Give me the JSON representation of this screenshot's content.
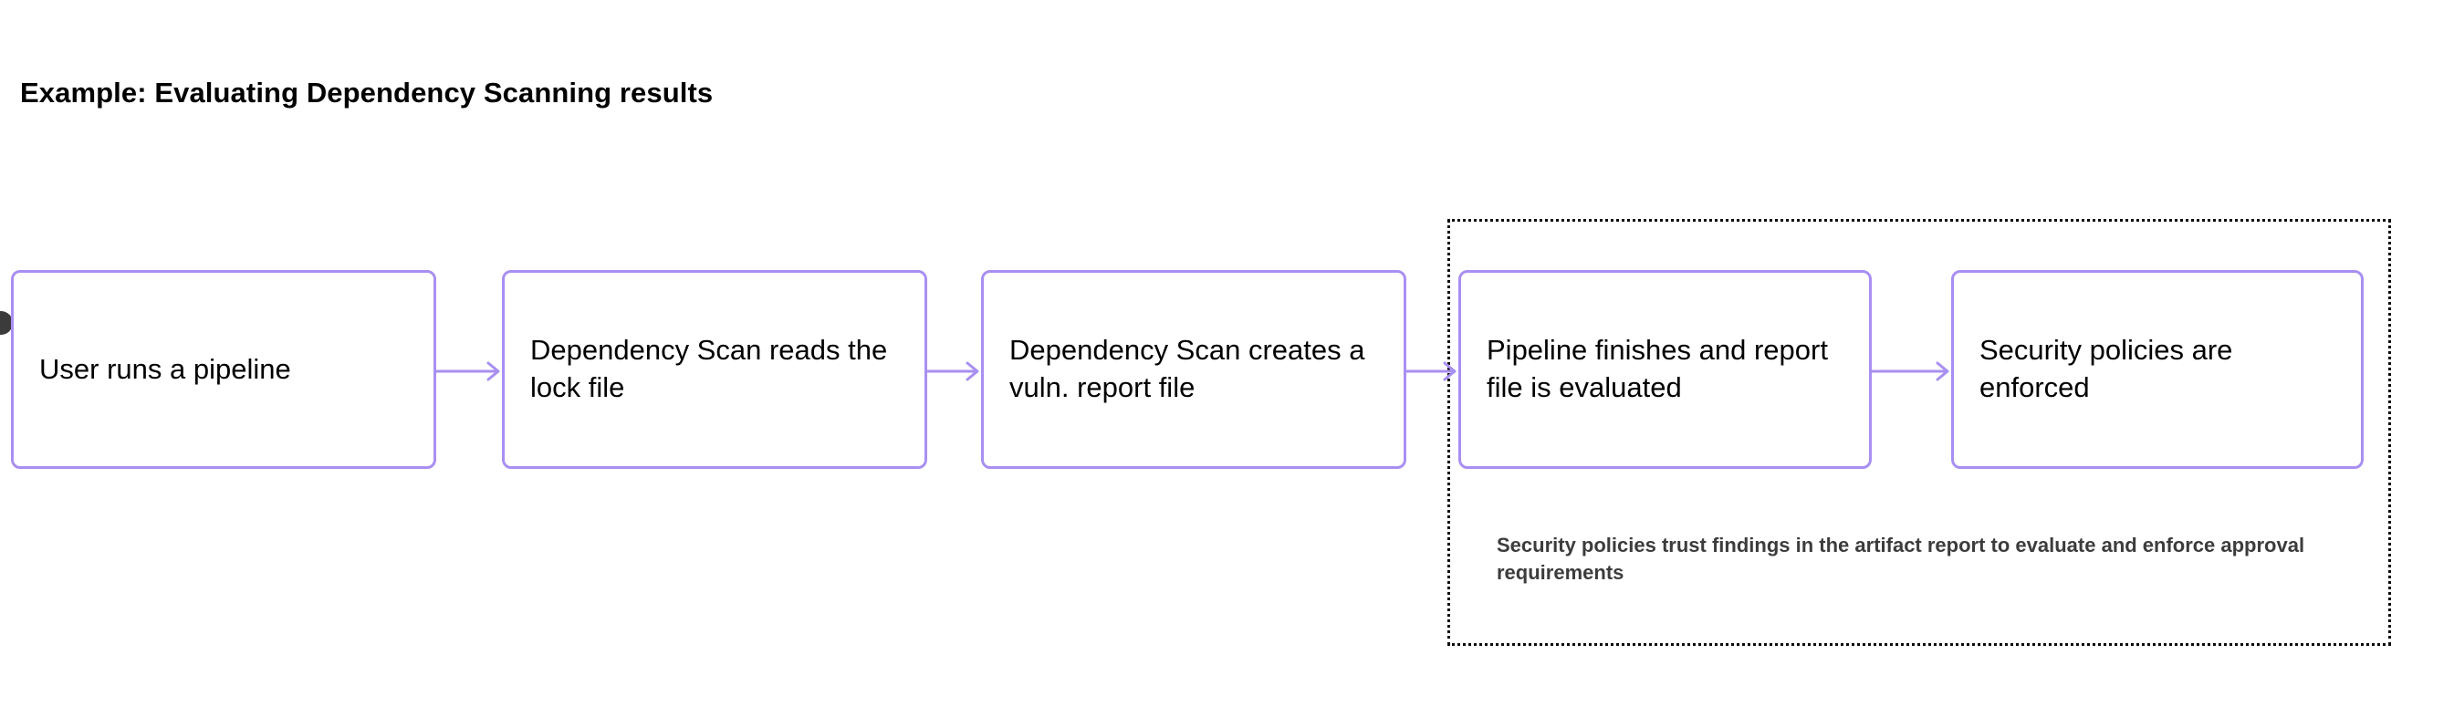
{
  "title": "Example: Evaluating Dependency Scanning results",
  "colors": {
    "node_border": "#a88ff2",
    "connector": "#a88ff2",
    "subgraph_border": "#0b0b0b",
    "start_node": "#3b3b3b",
    "title_text": "#000000",
    "node_text": "#000000",
    "caption_text": "#3c3c3c",
    "background": "#ffffff"
  },
  "flow": {
    "start_node": "start-dot",
    "nodes": [
      {
        "id": "node-1",
        "label": "User runs a pipeline"
      },
      {
        "id": "node-2",
        "label": "Dependency Scan reads the lock file"
      },
      {
        "id": "node-3",
        "label": "Dependency Scan creates a vuln. report file"
      },
      {
        "id": "node-4",
        "label": "Pipeline finishes and report file is evaluated"
      },
      {
        "id": "node-5",
        "label": "Security policies are enforced"
      }
    ],
    "connectors": [
      {
        "id": "conn-1",
        "from": "node-1",
        "to": "node-2"
      },
      {
        "id": "conn-2",
        "from": "node-2",
        "to": "node-3"
      },
      {
        "id": "conn-3",
        "from": "node-3",
        "to": "node-4"
      },
      {
        "id": "conn-4",
        "from": "node-4",
        "to": "node-5"
      }
    ],
    "subgraph": {
      "contains": [
        "node-4",
        "node-5"
      ],
      "caption": "Security policies trust findings in the artifact report to evaluate and enforce approval requirements"
    }
  }
}
